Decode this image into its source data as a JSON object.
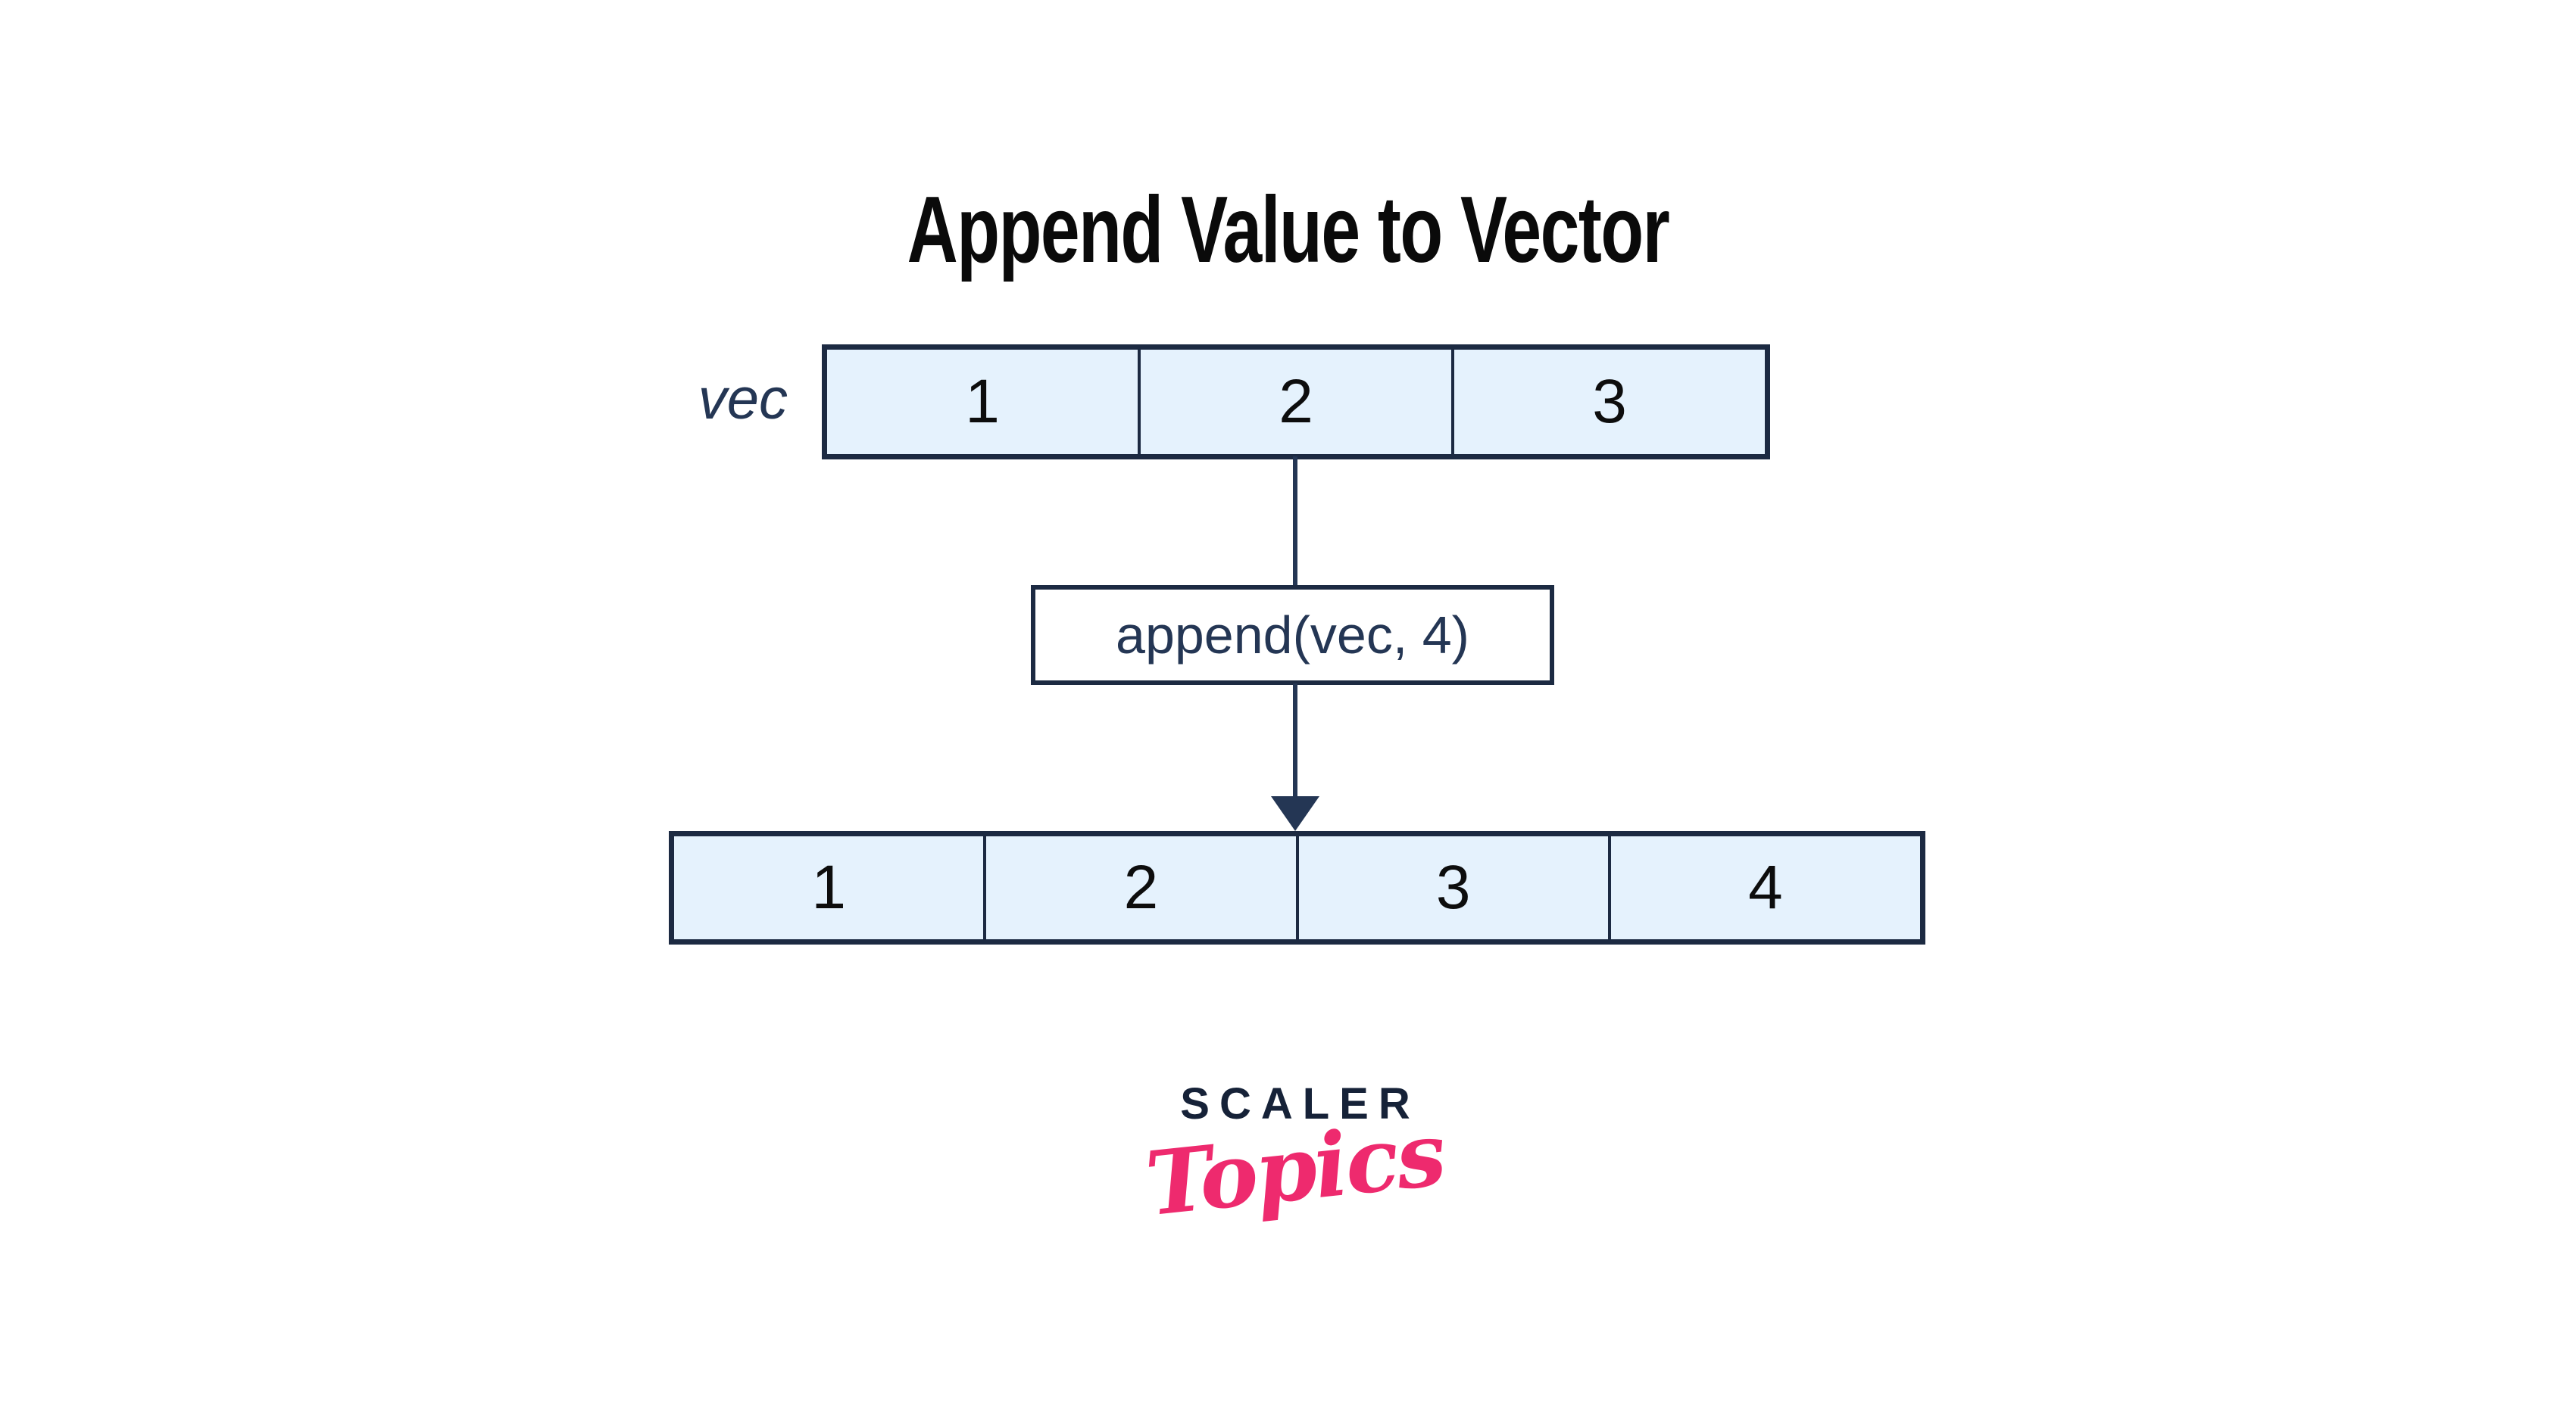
{
  "title": "Append Value to Vector",
  "diagram": {
    "input_vector": {
      "label": "vec",
      "cells": [
        "1",
        "2",
        "3"
      ]
    },
    "operation_label": "append(vec, 4)",
    "output_vector": {
      "cells": [
        "1",
        "2",
        "3",
        "4"
      ]
    }
  },
  "logo": {
    "brand": "SCALER",
    "sub": "Topics"
  },
  "colors": {
    "cell_fill": "#E5F2FD",
    "outline_navy": "#1C2A42",
    "text_navy": "#243654",
    "number_text": "#0D0D0D",
    "logo_navy": "#162238",
    "logo_pink": "#EE2A6E",
    "background": "#FFFFFF"
  }
}
